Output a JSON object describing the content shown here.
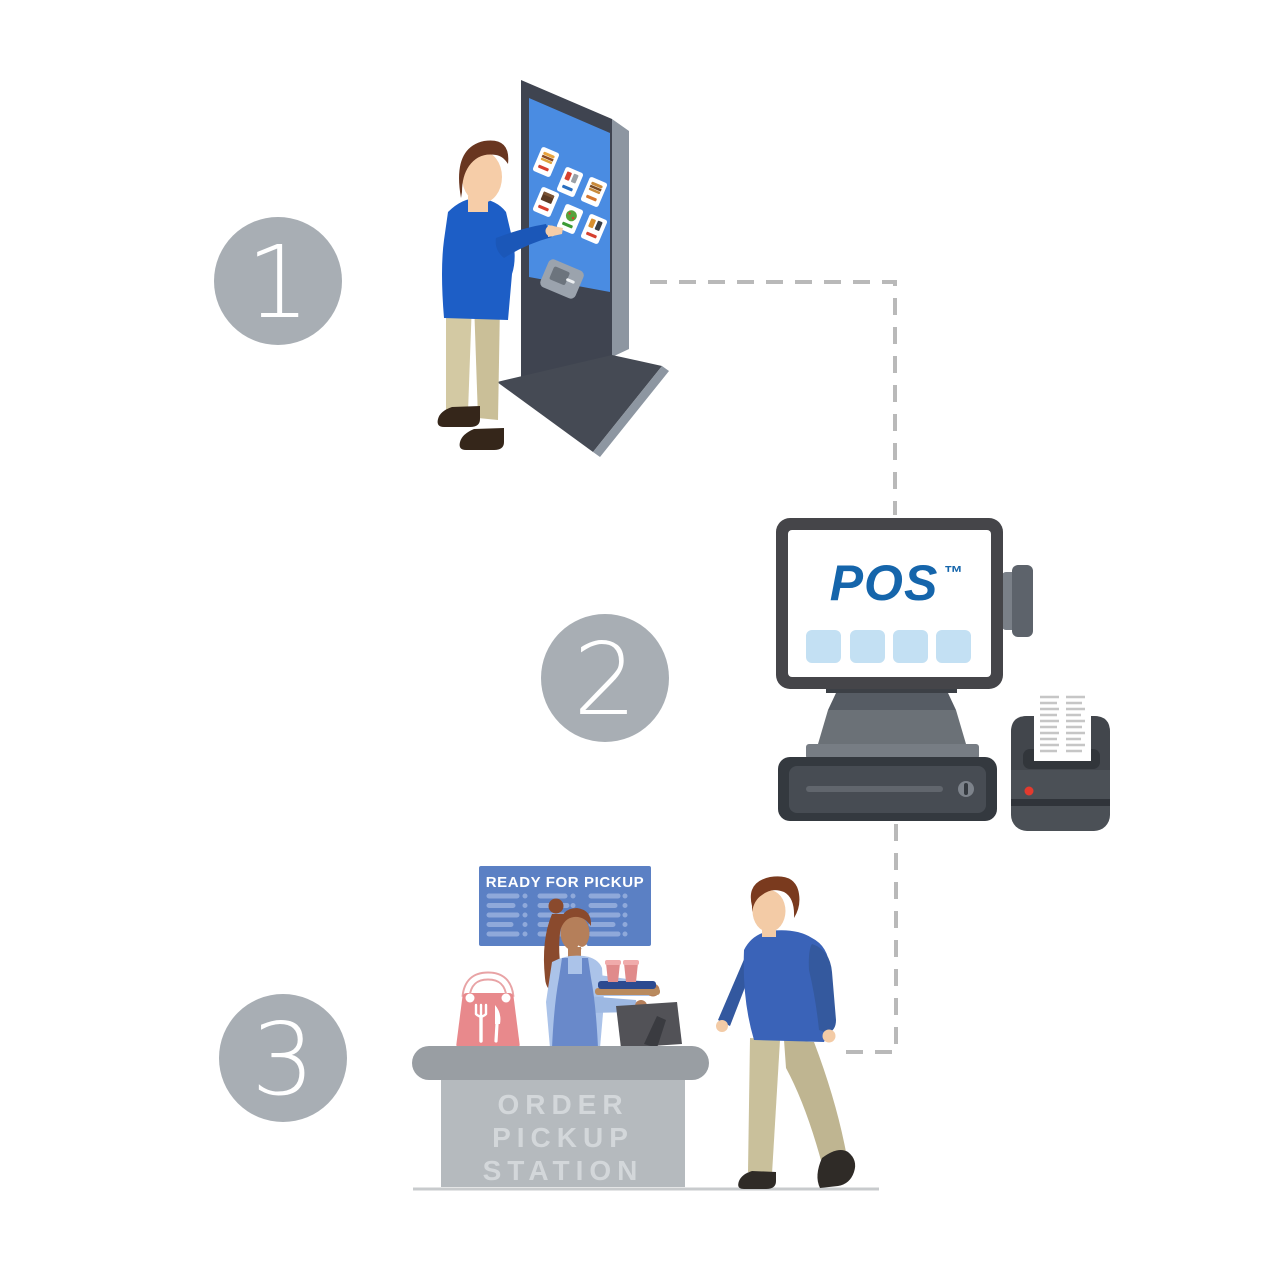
{
  "steps": [
    {
      "number": "1",
      "name": "customer-orders-at-self-service-kiosk"
    },
    {
      "number": "2",
      "name": "order-sent-to-pos-system"
    },
    {
      "number": "3",
      "name": "order-handed-over-at-pickup-station"
    }
  ],
  "pos": {
    "logo": "POS",
    "trademark": "™"
  },
  "pickup_board": {
    "title": "READY FOR PICKUP"
  },
  "counter": {
    "lines": [
      "ORDER",
      "PICKUP",
      "STATION"
    ]
  },
  "icons": {
    "kiosk": "self-order-kiosk-icon",
    "card_reader": "card-reader-icon",
    "pos_terminal": "pos-terminal-icon",
    "cash_drawer": "cash-drawer-icon",
    "receipt_printer": "receipt-printer-icon",
    "takeout_bag": "takeout-bag-icon",
    "fork_knife": "fork-knife-icon",
    "drink_tray": "drink-tray-icon"
  },
  "colors": {
    "step_circle": "#a8aeb4",
    "connector": "#b9b9b9",
    "kiosk_screen": "#4a8ce2",
    "pos_logo_blue": "#1565ab",
    "board_blue": "#5b80c4",
    "counter_body": "#b5babe",
    "bag_pink": "#e8898c"
  }
}
